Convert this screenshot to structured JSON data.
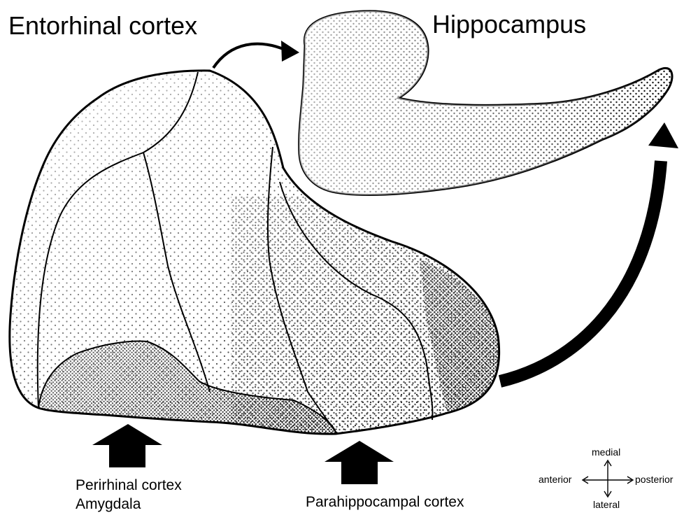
{
  "labels": {
    "entorhinal": "Entorhinal cortex",
    "hippocampus": "Hippocampus",
    "perirhinal": "Perirhinal cortex",
    "amygdala": "Amygdala",
    "parahippocampal": "Parahippocampal cortex"
  },
  "compass": {
    "medial": "medial",
    "lateral": "lateral",
    "anterior": "anterior",
    "posterior": "posterior"
  },
  "colors": {
    "ink": "#000000",
    "background": "#ffffff"
  }
}
